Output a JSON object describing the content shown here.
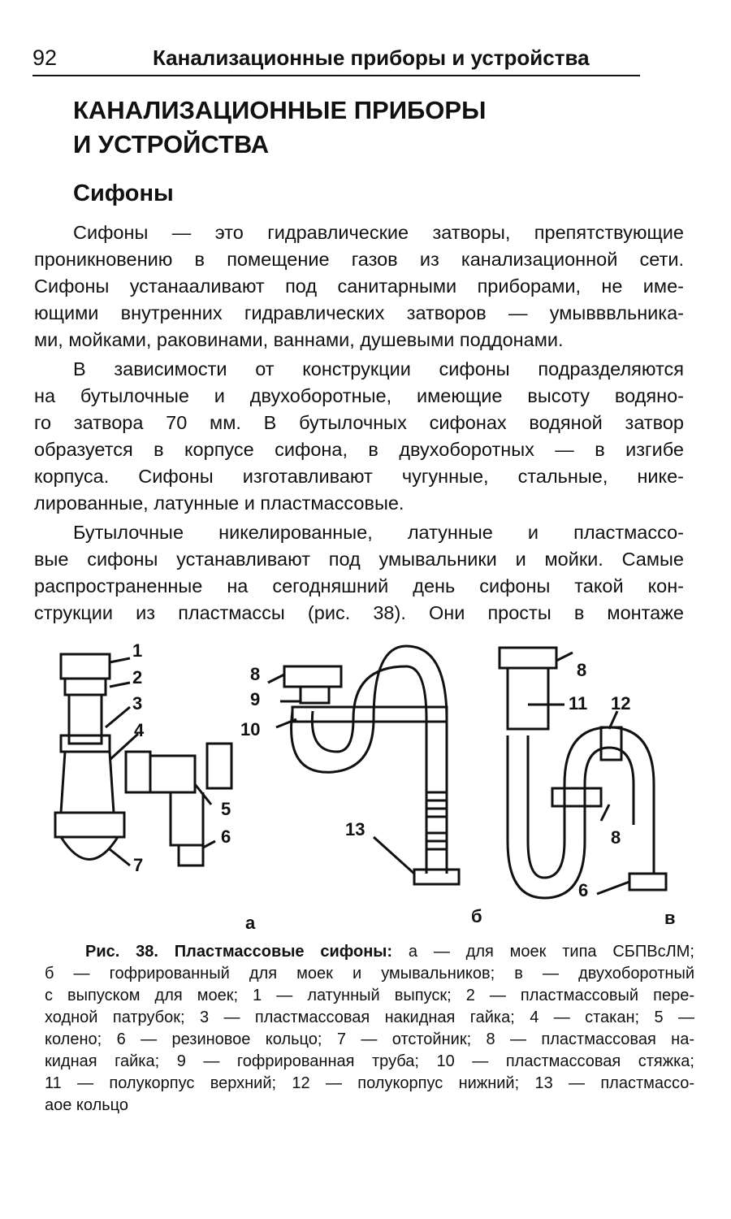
{
  "header": {
    "page_number": "92",
    "running_title": "Канализационные приборы и устройства"
  },
  "title": [
    "КАНАЛИЗАЦИОННЫЕ ПРИБОРЫ",
    "И УСТРОЙСТВА"
  ],
  "section_title": "Сифоны",
  "paragraphs": [
    [
      "Сифоны — это гидравлические затворы, препятствующие",
      "проникновению в помещение газов из канализационной сети.",
      "Сифоны устанааливают под санитарными приборами, не име-",
      "ющими внутренних гидравлических затворов — умывввльника-",
      "ми, мойками, раковинами, ваннами, душевыми поддонами."
    ],
    [
      "В зависимости от конструкции сифоны подразделяются",
      "на бутылочные и двухоборотные, имеющие высоту водяно-",
      "го затвора 70 мм. В бутылочных сифонах водяной затвор",
      "образуется в корпусе сифона, в двухоборотных — в изгибе",
      "корпуса. Сифоны изготавливают чугунные, стальные, нике-",
      "лированные, латунные и пластмассовые."
    ],
    [
      "Бутылочные никелированные, латунные и пластмассо-",
      "вые сифоны устанавливают под умывальники и мойки. Самые",
      "распространенные на сегодняшний день сифоны такой кон-",
      "струкции из пластмассы (рис. 38). Они просты в монтаже"
    ]
  ],
  "figure": {
    "part_labels": [
      "а",
      "б",
      "в"
    ],
    "callouts_a": [
      "1",
      "2",
      "3",
      "4",
      "5",
      "6",
      "7"
    ],
    "callouts_b": [
      "8",
      "9",
      "10",
      "13"
    ],
    "callouts_c": [
      "8",
      "11",
      "12",
      "8",
      "6"
    ]
  },
  "caption": {
    "lead": "Рис. 38. Пластмассовые сифоны:",
    "lines": [
      " а — для моек типа СБПВсЛМ;",
      "б — гофрированный для моек и умывальников; в — двухоборотный",
      "с выпуском для моек; 1 — латунный выпуск; 2 — пластмассовый пере-",
      "ходной патрубок; 3 — пластмассовая накидная гайка; 4 — стакан; 5 —",
      "колено; 6 — резиновое кольцо; 7 — отстойник; 8 — пластмассовая на-",
      "кидная гайка; 9 — гофрированная труба; 10 — пластмассовая стяжка;",
      "11 — полукорпус верхний; 12 — полукорпус нижний; 13 — пластмассо-",
      "аое кольцо"
    ]
  }
}
